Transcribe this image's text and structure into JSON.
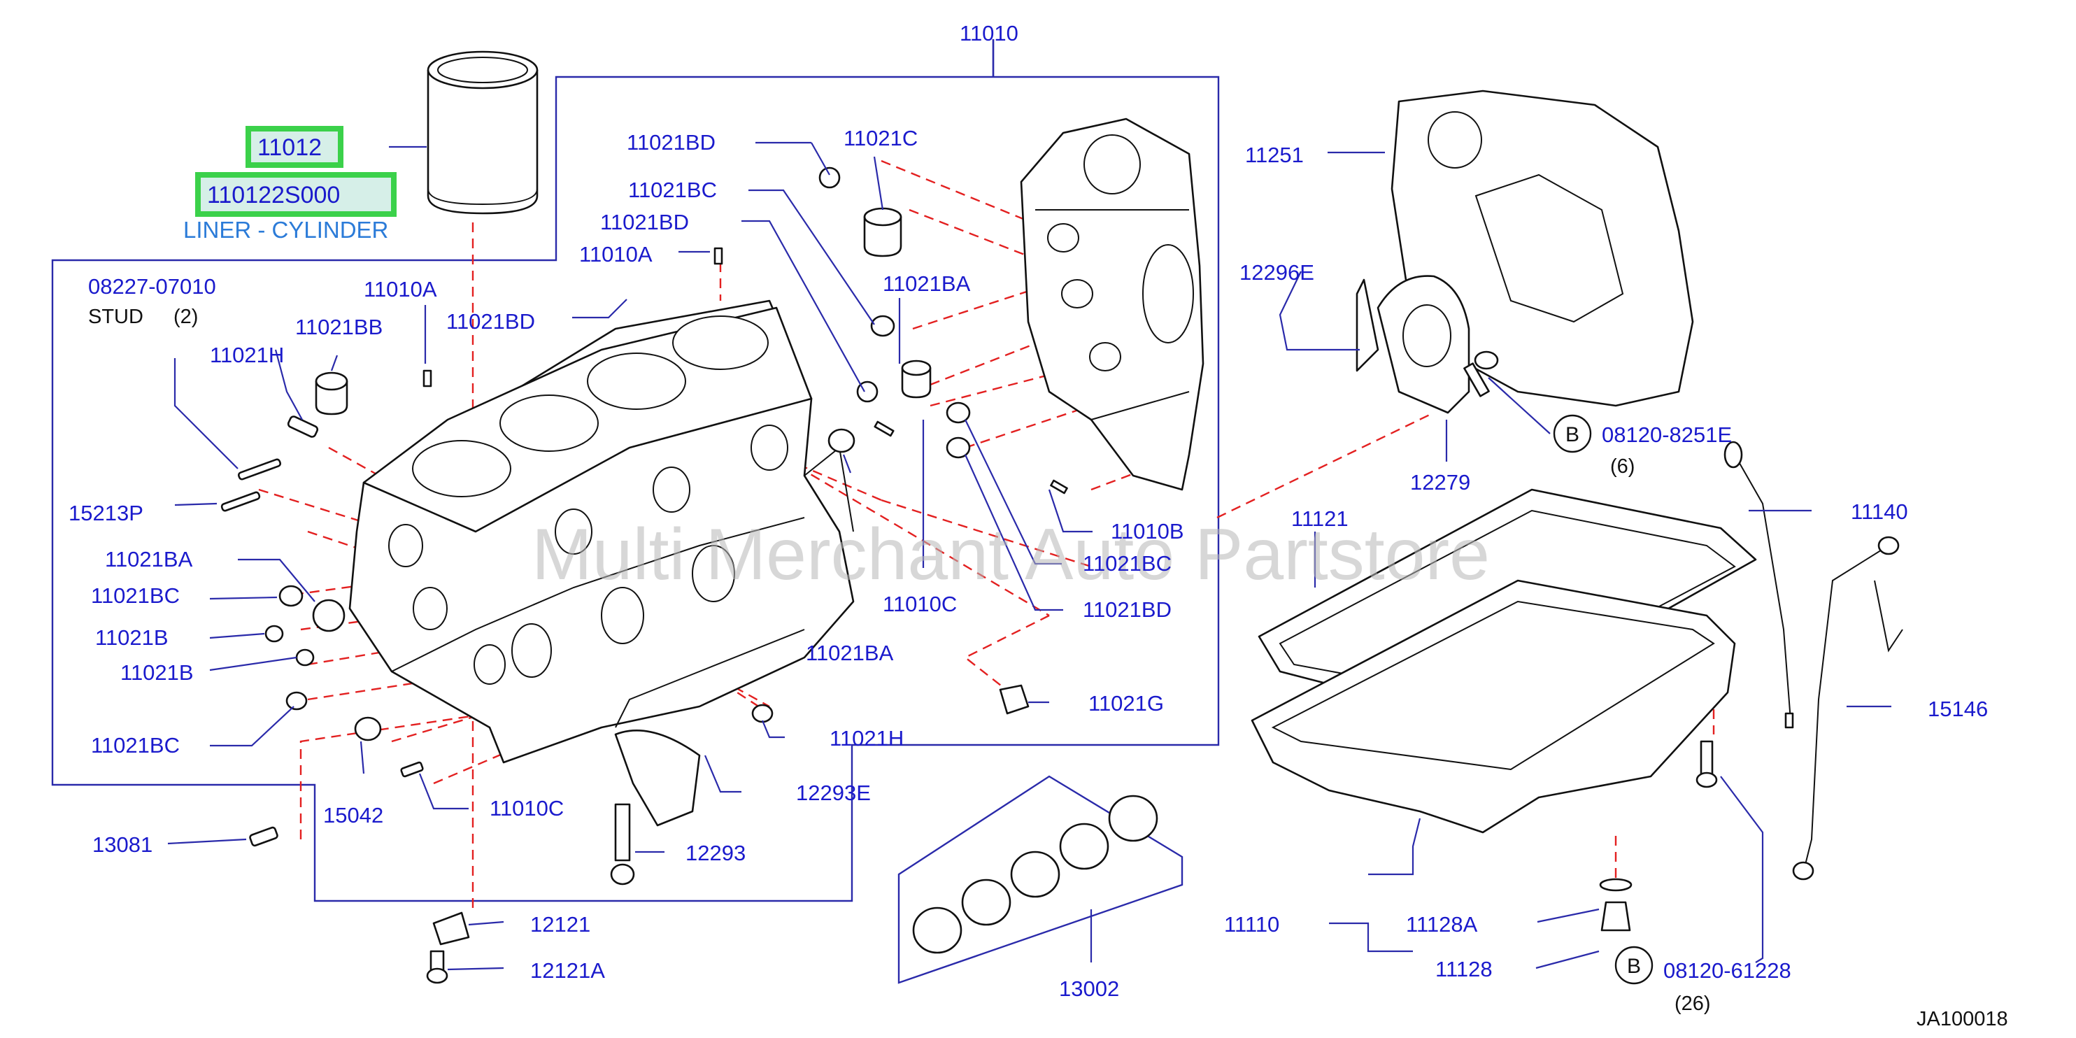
{
  "labels": {
    "p11010": "11010",
    "p11012": "11012",
    "p110122S000": "110122S000",
    "liner_desc": "LINER - CYLINDER",
    "p08227": "08227-07010",
    "stud": "STUD",
    "stud_qty": "(2)",
    "p11010A_top": "11010A",
    "p11010A": "11010A",
    "p11021BD_1": "11021BD",
    "p11021C": "11021C",
    "p11021BC_1": "11021BC",
    "p11021BD_2": "11021BD",
    "p11021BD_3": "11021BD",
    "p11021BA_1": "11021BA",
    "p11021BB": "11021BB",
    "p11021H_1": "11021H",
    "p15213P": "15213P",
    "p11021BA_2": "11021BA",
    "p11021BC_2": "11021BC",
    "p11021B_1": "11021B",
    "p11021B_2": "11021B",
    "p11021BC_3": "11021BC",
    "p13081": "13081",
    "p15042": "15042",
    "p11010C_1": "11010C",
    "p12293E": "12293E",
    "p12293": "12293",
    "p12121": "12121",
    "p12121A": "12121A",
    "p11021H_2": "11021H",
    "p11021BA_3": "11021BA",
    "p11010C_2": "11010C",
    "p11010B": "11010B",
    "p11021BC_4": "11021BC",
    "p11021BD_4": "11021BD",
    "p11021G": "11021G",
    "p13002": "13002",
    "p11251": "11251",
    "p12296E": "12296E",
    "p12279": "12279",
    "ref_b1": "B",
    "p08120_8251E": "08120-8251E",
    "qty_6": "(6)",
    "p11121": "11121",
    "p11140": "11140",
    "p15146": "15146",
    "p11110": "11110",
    "p11128A": "11128A",
    "p11128": "11128",
    "ref_b2": "B",
    "p08120_61228": "08120-61228",
    "qty_26": "(26)",
    "diagram_code": "JA100018"
  },
  "watermark": "Multi Merchant Auto Partstore",
  "colors": {
    "label_blue": "#1a1acc",
    "leader_blue": "#2a2aaa",
    "dash_red": "#e32020",
    "highlight_green": "#3bd14a",
    "highlight_fill": "#d6efe8",
    "desc_blue": "#2b7bd8"
  }
}
